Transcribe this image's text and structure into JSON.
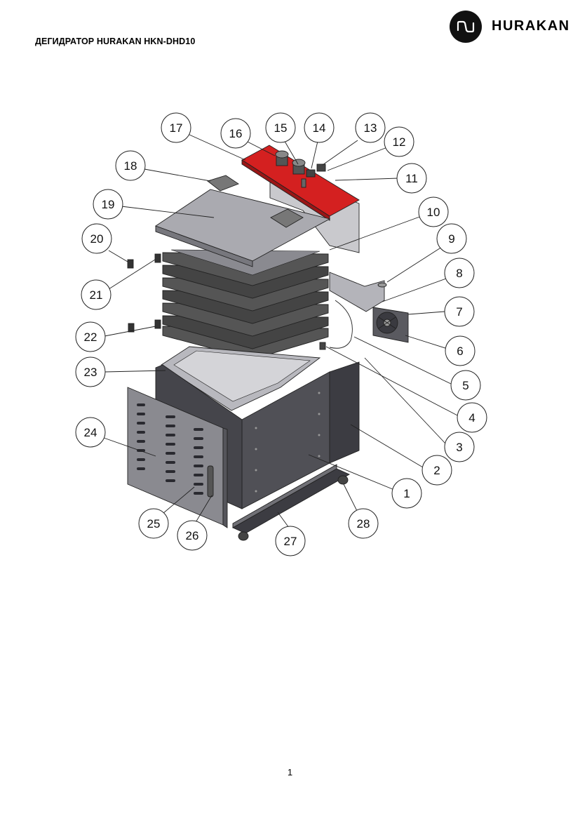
{
  "header": {
    "title": "ДЕГИДРАТОР HURAKAN HKN-DHD10",
    "logo_text": "HURAKAN"
  },
  "diagram": {
    "callouts": [
      "1",
      "2",
      "3",
      "4",
      "5",
      "6",
      "7",
      "8",
      "9",
      "10",
      "11",
      "12",
      "13",
      "14",
      "15",
      "16",
      "17",
      "18",
      "19",
      "20",
      "21",
      "22",
      "23",
      "24",
      "25",
      "26",
      "27",
      "28"
    ],
    "colors": {
      "control_panel": "#d42020",
      "body_dark": "#4a4a4e",
      "body_mid": "#6a6a70",
      "body_light": "#a8a8ae",
      "outline": "#222222"
    }
  },
  "footer": {
    "page_number": "1"
  }
}
